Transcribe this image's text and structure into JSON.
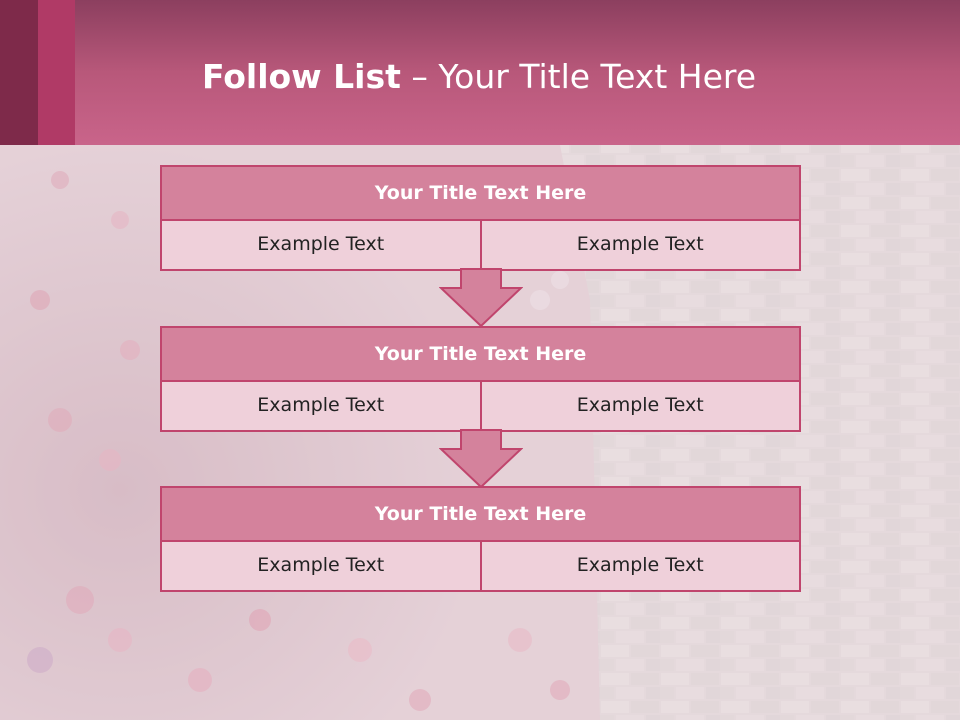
{
  "slide": {
    "title_bold": "Follow List",
    "title_rest": " – Your Title Text Here"
  },
  "steps": [
    {
      "title": "Your Title Text Here",
      "left": "Example Text",
      "right": "Example Text"
    },
    {
      "title": "Your Title Text Here",
      "left": "Example Text",
      "right": "Example Text"
    },
    {
      "title": "Your Title Text Here",
      "left": "Example Text",
      "right": "Example Text"
    }
  ],
  "colors": {
    "accent": "#c0456d",
    "box_fill": "#d4829c",
    "cell_fill": "#efd0da",
    "header": "#b8587a"
  }
}
